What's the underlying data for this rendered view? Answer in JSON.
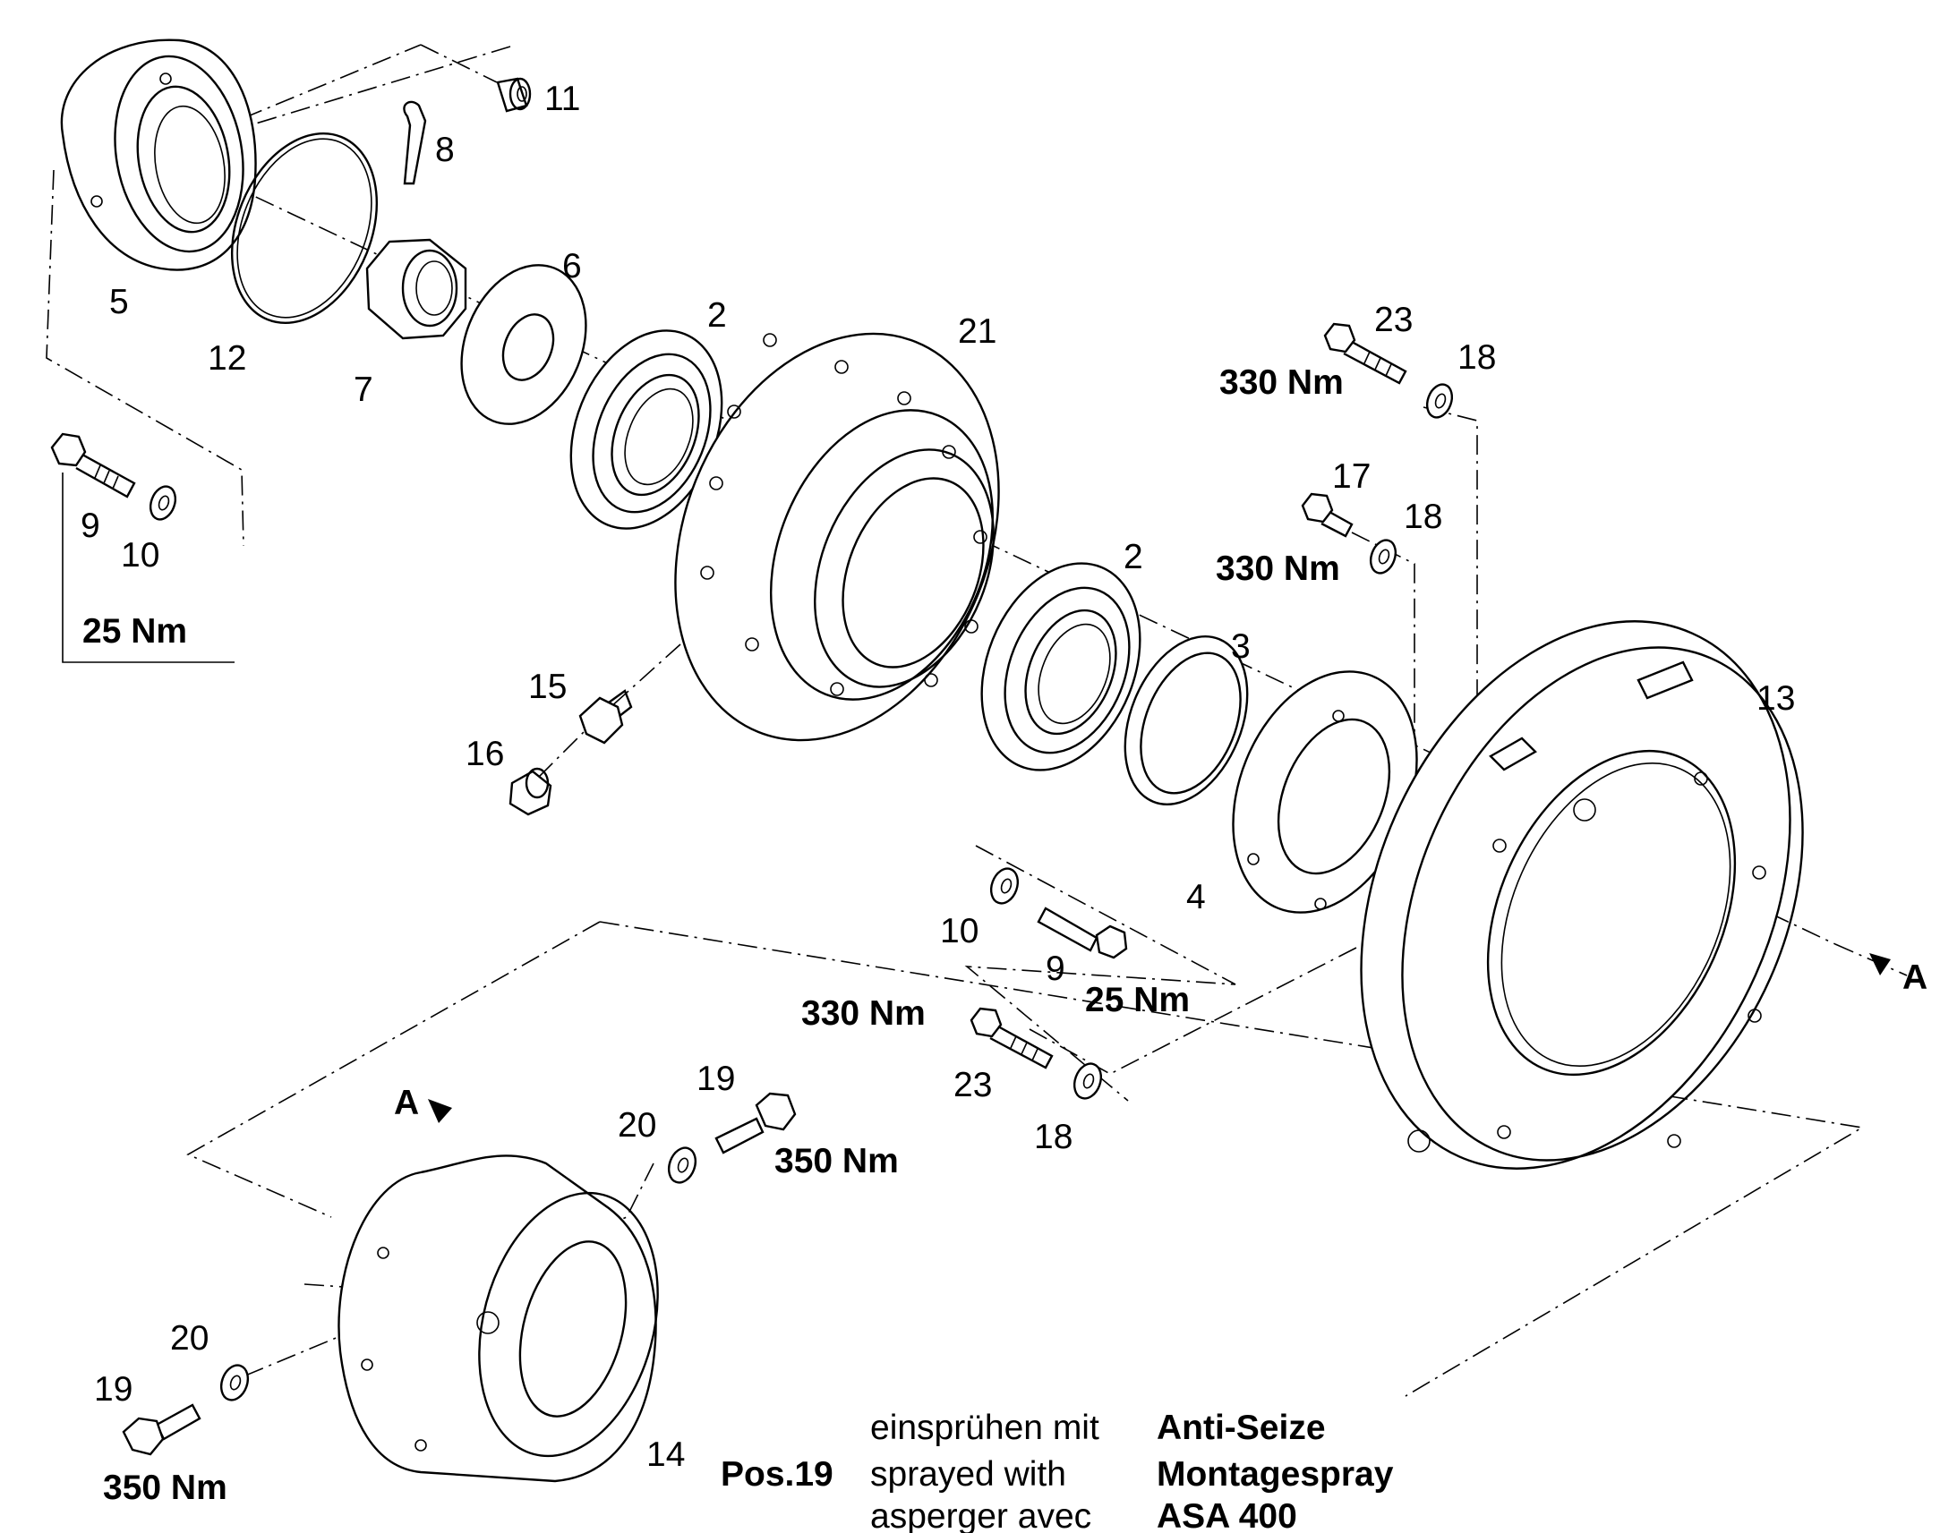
{
  "parts": {
    "p2a": "2",
    "p2b": "2",
    "p3": "3",
    "p4": "4",
    "p5": "5",
    "p6": "6",
    "p7": "7",
    "p8": "8",
    "p9a": "9",
    "p9b": "9",
    "p10a": "10",
    "p10b": "10",
    "p11": "11",
    "p12": "12",
    "p13": "13",
    "p14": "14",
    "p15": "15",
    "p16": "16",
    "p17": "17",
    "p18a": "18",
    "p18b": "18",
    "p18c": "18",
    "p19a": "19",
    "p19b": "19",
    "p20a": "20",
    "p20b": "20",
    "p21": "21",
    "p23a": "23",
    "p23b": "23"
  },
  "torques": {
    "t25a": "25 Nm",
    "t25b": "25 Nm",
    "t330a": "330 Nm",
    "t330b": "330 Nm",
    "t330c": "330 Nm",
    "t350a": "350 Nm",
    "t350b": "350 Nm"
  },
  "markers": {
    "a_right": "A",
    "a_left": "A"
  },
  "note": {
    "pos": "Pos.19",
    "de": "einsprühen mit",
    "en": "sprayed with",
    "fr": "asperger avec",
    "product1": "Anti-Seize",
    "product2": "Montagespray",
    "product3": "ASA 400"
  }
}
